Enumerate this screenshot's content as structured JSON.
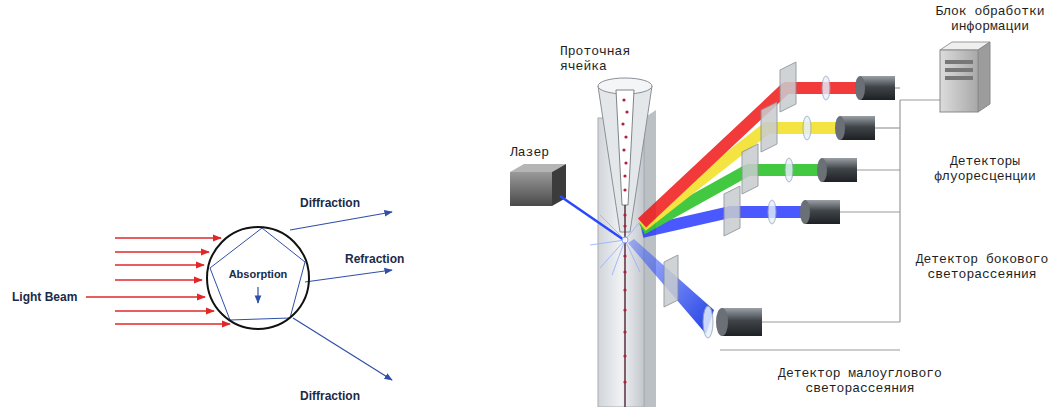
{
  "diagram": {
    "nodes": [
      {
        "text": [
          "Absorption"
        ]
      }
    ],
    "labels": [
      "Light Beam",
      "Diffraction",
      "Refraction",
      "Diffraction",
      "Проточная ячейка",
      "Блок обработки информации",
      "Лазер",
      "Детекторы флуоресценции",
      "Детектор бокового светорассеяния",
      "Детектор малоуглового светорассеяния"
    ]
  }
}
